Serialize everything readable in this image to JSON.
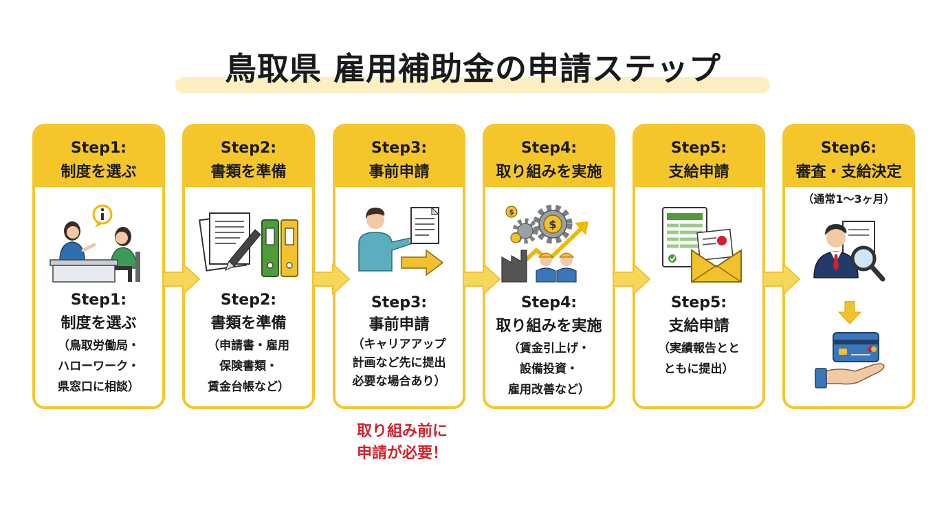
{
  "title": "鳥取県 雇用補助金の申請ステップ",
  "colors": {
    "accent_yellow": "#F4C62A",
    "card_border": "#F4C72E",
    "title_highlight": "#FCF0C2",
    "warning_red": "#D4202C",
    "text": "#1a1a1a"
  },
  "steps": [
    {
      "header_step": "Step1:",
      "header_title": "制度を選ぶ",
      "body_step": "Step1:",
      "body_title": "制度を選ぶ",
      "details": [
        "（鳥取労働局・",
        "ハローワーク・",
        "県窓口に相談）"
      ],
      "icon": "consultation-icon"
    },
    {
      "header_step": "Step2:",
      "header_title": "書類を準備",
      "body_step": "Step2:",
      "body_title": "書類を準備",
      "details": [
        "（申請書・雇用",
        "保険書類・",
        "賃金台帳など）"
      ],
      "icon": "documents-binders-icon"
    },
    {
      "header_step": "Step3:",
      "header_title": "事前申請",
      "body_step": "Step3:",
      "body_title": "事前申請",
      "details": [
        "（キャリアアップ",
        "計画など先に提出",
        "必要な場合あり）"
      ],
      "icon": "submit-document-icon"
    },
    {
      "header_step": "Step4:",
      "header_title": "取り組みを実施",
      "body_step": "Step4:",
      "body_title": "取り組みを実施",
      "details": [
        "（賃金引上げ・",
        "設備投資・",
        "雇用改善など）"
      ],
      "icon": "gears-growth-workers-icon"
    },
    {
      "header_step": "Step5:",
      "header_title": "支給申請",
      "body_step": "Step5:",
      "body_title": "支給申請",
      "details": [
        "（実績報告とと",
        "ともに提出）"
      ],
      "icon": "report-envelope-icon"
    },
    {
      "header_step": "Step6:",
      "header_title": "審査・支給決定",
      "subnote": "（通常1～3ヶ月）",
      "icons": [
        "reviewer-magnifier-icon",
        "down-arrow-icon",
        "payment-card-hand-icon"
      ]
    }
  ],
  "step3_note": [
    "取り組み前に",
    "申請が必要！"
  ]
}
